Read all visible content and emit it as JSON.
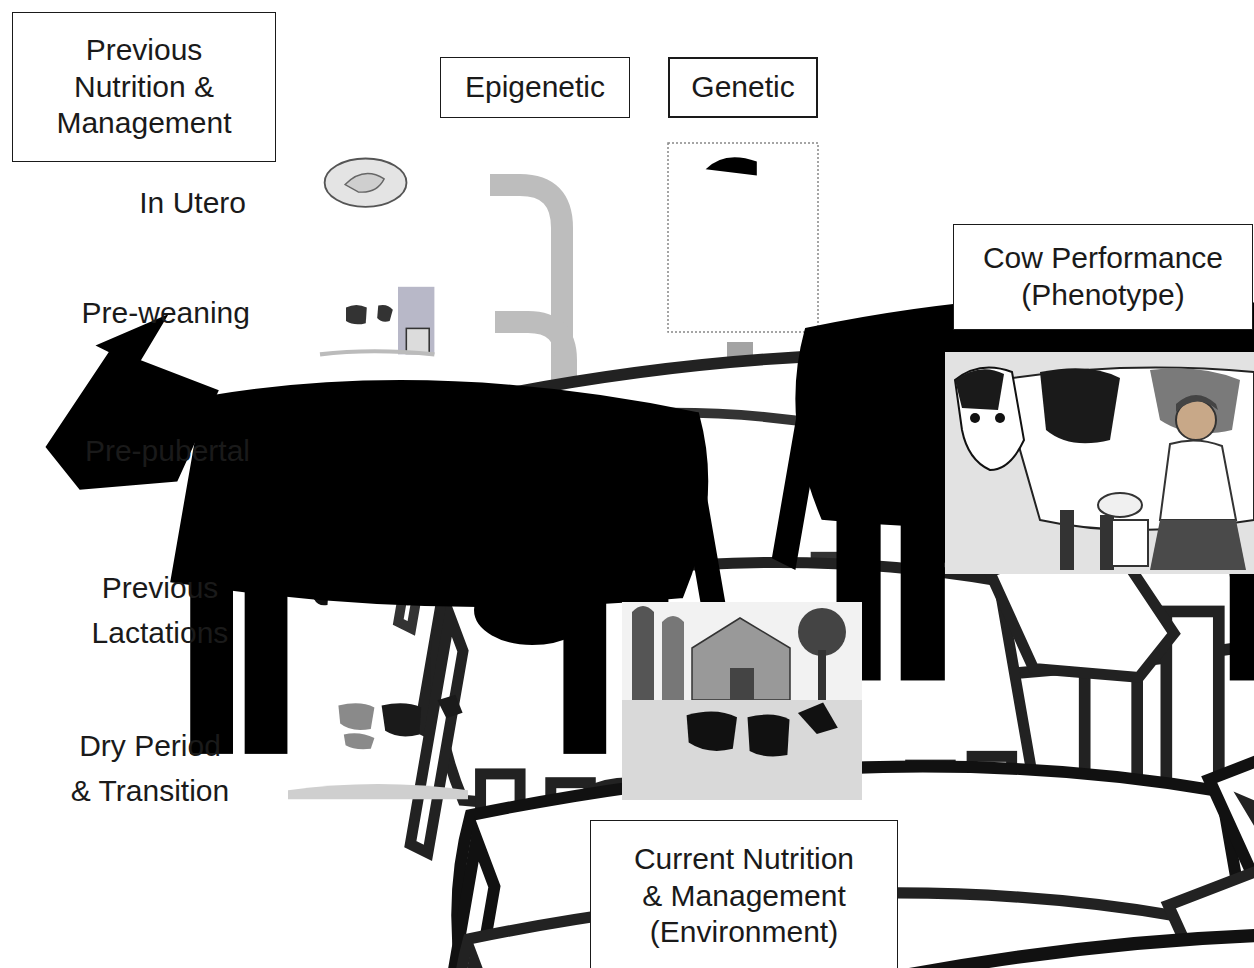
{
  "diagram": {
    "nodes": [
      {
        "text": [
          "Previous Nutrition & Management"
        ]
      },
      {
        "text": [
          "Epigenetic"
        ]
      },
      {
        "text": [
          "Genetic"
        ]
      },
      {
        "text": [
          "Cow Performance (Phenotype)"
        ]
      },
      {
        "text": [
          "Current Nutrition & Management (Environment)"
        ]
      }
    ],
    "labels": [
      "In Utero",
      "Pre-weaning",
      "Pre-pubertal",
      "Previous Lactations",
      "Dry Period & Transition"
    ]
  }
}
